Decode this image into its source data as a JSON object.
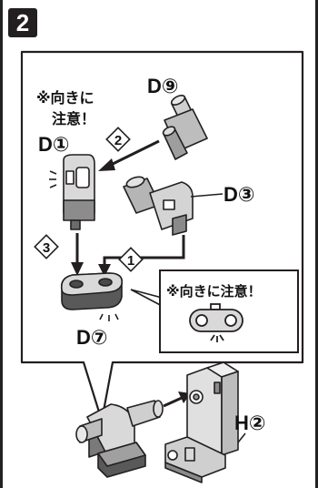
{
  "step": {
    "number": "2"
  },
  "notes": {
    "top_note_line1": "※向きに",
    "top_note_line2": "注意！",
    "callout_note": "※向きに注意！"
  },
  "parts": {
    "d9": "D⑨",
    "d1": "D①",
    "d3": "D③",
    "d7": "D⑦",
    "h2": "H②"
  },
  "order_marks": {
    "first": "1",
    "second": "2",
    "third": "3"
  },
  "colors": {
    "outline": "#231f20",
    "part_fill": "#d9d9d9",
    "part_shade": "#a6a6a6",
    "part_dark": "#595959"
  }
}
